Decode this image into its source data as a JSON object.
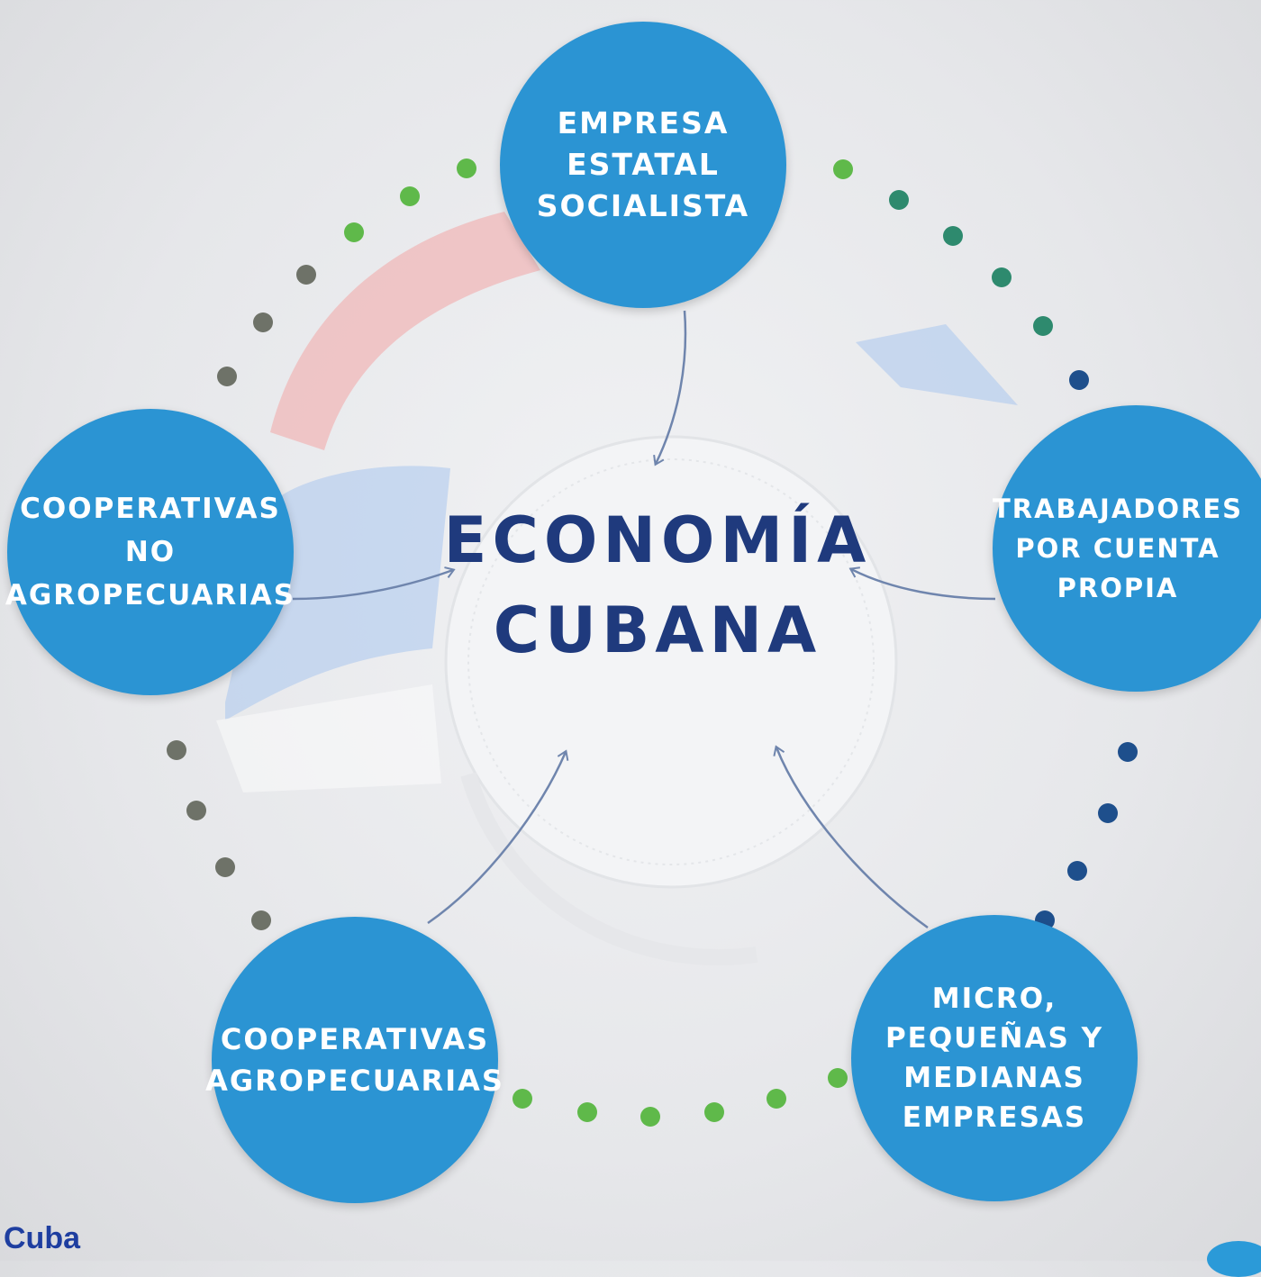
{
  "center": {
    "line1": "ECONOMÍA",
    "line2": "CUBANA"
  },
  "nodes": {
    "empresa_estatal": {
      "lines": [
        "EMPRESA",
        "ESTATAL",
        "SOCIALISTA"
      ]
    },
    "trabajadores": {
      "lines": [
        "TRABAJADORES",
        "POR CUENTA",
        "PROPIA"
      ]
    },
    "mipymes": {
      "lines": [
        "MICRO,",
        "PEQUEÑAS Y",
        "MEDIANAS",
        "EMPRESAS"
      ]
    },
    "coop_agro": {
      "lines": [
        "COOPERATIVAS",
        "AGROPECUARIAS"
      ]
    },
    "coop_no_agro": {
      "lines": [
        "COOPERATIVAS",
        "NO",
        "AGROPECUARIAS"
      ]
    }
  },
  "footer_label": "Cuba",
  "colors": {
    "node_fill": "#2b94d3",
    "center_text": "#1f3a7d",
    "dot_green": "#5fb94a",
    "dot_teal": "#2e8a6e",
    "dot_blue": "#1e4f8c",
    "dot_gray": "#6e7268"
  }
}
